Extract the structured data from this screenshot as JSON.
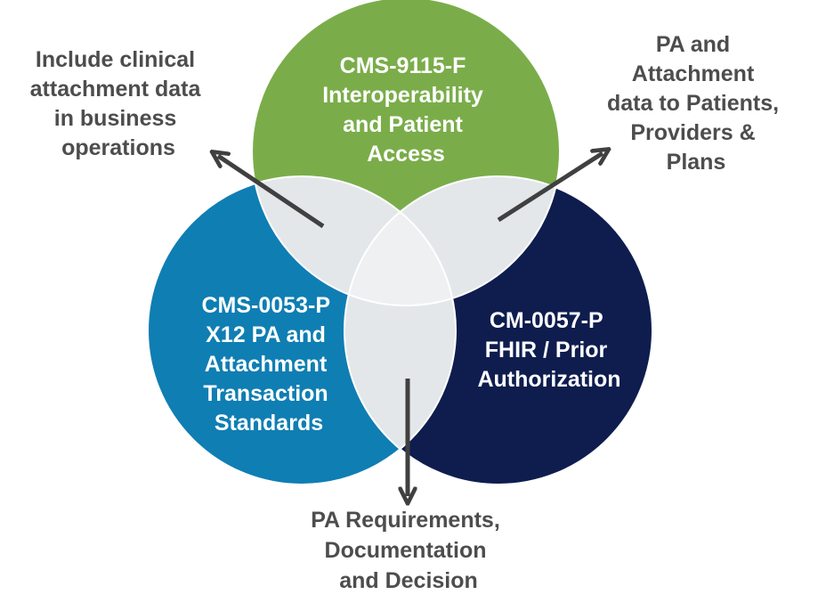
{
  "colors": {
    "top_circle": "#7AAD4A",
    "left_circle": "#0F7EB3",
    "right_circle": "#0E1D4E",
    "overlap_fill": "#E3E7EA",
    "center_fill": "#EEF0F1",
    "outline": "#ffffff",
    "arrow": "#404040",
    "outer_text": "#4d4d4d",
    "circle_text": "#ffffff"
  },
  "circles": {
    "top": {
      "lines": [
        "CMS-9115-F",
        "Interoperability",
        "and Patient",
        "Access"
      ]
    },
    "left": {
      "lines": [
        "CMS-0053-P",
        "X12 PA and",
        "Attachment",
        "Transaction",
        "Standards"
      ]
    },
    "right": {
      "lines": [
        "CM-0057-P",
        "FHIR / Prior",
        "Authorization"
      ]
    }
  },
  "outer_labels": {
    "top_left": {
      "lines": [
        "Include clinical",
        "attachment data",
        "in business",
        "operations"
      ]
    },
    "top_right": {
      "lines": [
        "PA and",
        "Attachment",
        "data to Patients,",
        "Providers &",
        "Plans"
      ]
    },
    "bottom": {
      "lines": [
        "PA Requirements,",
        "Documentation",
        "and Decision"
      ]
    }
  },
  "arrows": [
    {
      "name": "arrow-top-left-icon",
      "direction": "up-left"
    },
    {
      "name": "arrow-top-right-icon",
      "direction": "up-right"
    },
    {
      "name": "arrow-down-icon",
      "direction": "down"
    }
  ]
}
